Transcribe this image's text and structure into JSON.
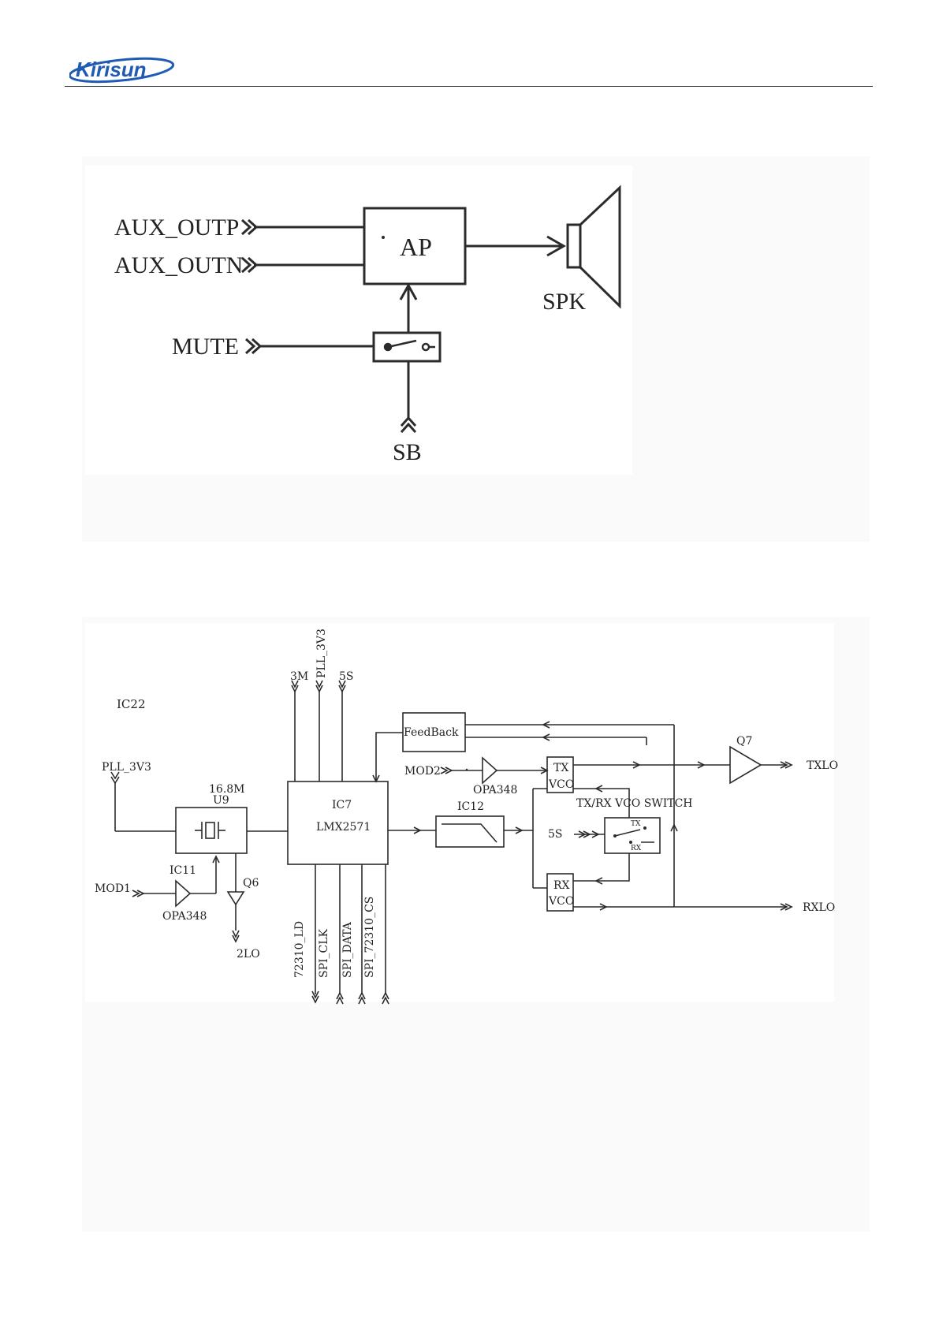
{
  "header": {
    "logo_text": "Kirisun",
    "logo_color": "#1f5bb3"
  },
  "audio_diagram": {
    "inputs": {
      "aux_outp": "AUX_OUTP",
      "aux_outn": "AUX_OUTN",
      "mute": "MUTE",
      "sb": "SB"
    },
    "amp_label": "AP",
    "speaker_label": "SPK"
  },
  "pll_diagram": {
    "ic22": "IC22",
    "pll_3v3_left": "PLL_3V3",
    "osc_freq": "16.8M",
    "osc_ref": "U9",
    "ic11": "IC11",
    "mod1": "MOD1",
    "opa_left": "OPA348",
    "q6": "Q6",
    "out_2lo": "2LO",
    "top_3m": "3M",
    "top_pll_3v3": "PLL_3V3",
    "top_5s": "5S",
    "ic7": "IC7",
    "lmx": "LMX2571",
    "bottom_ld": "72310_LD",
    "bottom_clk": "SPI_CLK",
    "bottom_data": "SPI_DATA",
    "bottom_cs": "SPI_72310_CS",
    "feedback": "FeedBack",
    "ic12": "IC12",
    "mod2": "MOD2",
    "opa_right": "OPA348",
    "tx_vco_1": "TX",
    "tx_vco_2": "VCO",
    "rx_vco_1": "RX",
    "rx_vco_2": "VCO",
    "switch_title": "TX/RX VCO SWITCH",
    "switch_5s": "5S",
    "switch_tx": "TX",
    "switch_rx": "RX",
    "q7": "Q7",
    "txlo": "TXLO",
    "rxlo": "RXLO"
  }
}
